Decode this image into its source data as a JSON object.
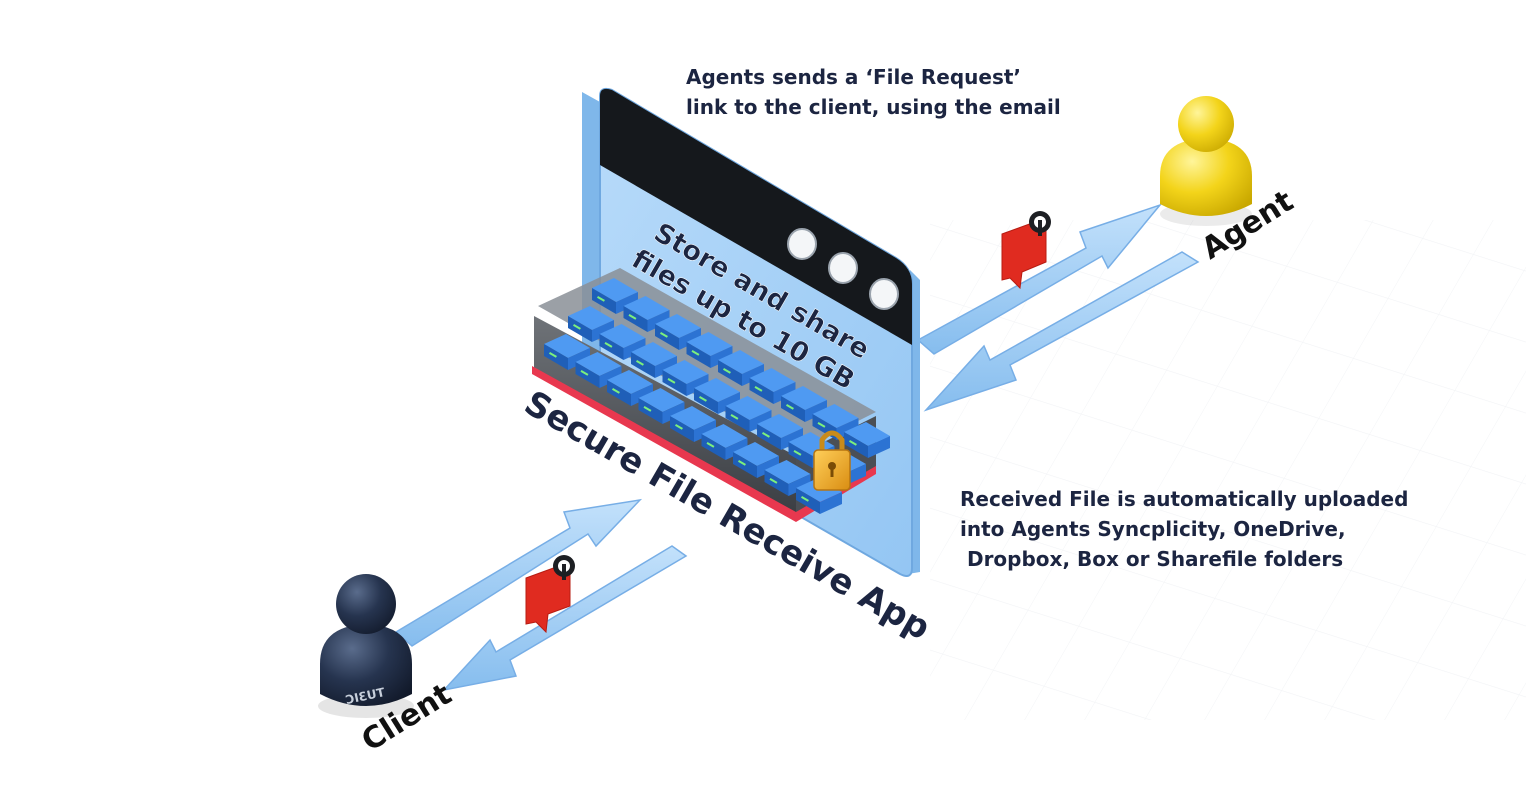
{
  "captions": {
    "request": [
      "Agents sends a ‘File Request’",
      "link to the client, using the email"
    ],
    "upload": [
      "Received File is automatically uploaded",
      "into Agents Syncplicity, OneDrive,",
      " Dropbox, Box or Sharefile folders"
    ]
  },
  "app": {
    "storage_line1": "Store and share",
    "storage_line2": "files up to 10 GB",
    "title": "Secure File Receive App"
  },
  "actors": {
    "agent": "Agent",
    "client": "Client",
    "client_badge": "ƆIƐUT"
  },
  "colors": {
    "window": "#a8d3f7",
    "window_edge": "#7fb7ea",
    "window_bar": "#15181c",
    "arrow": "#9ccaf5",
    "arrow_edge": "#77aee6",
    "server": "#2f7ee6",
    "lock_badge": "#e02b20",
    "agent": "#f2d21c",
    "client": "#2b3a55",
    "text": "#1c2541"
  }
}
